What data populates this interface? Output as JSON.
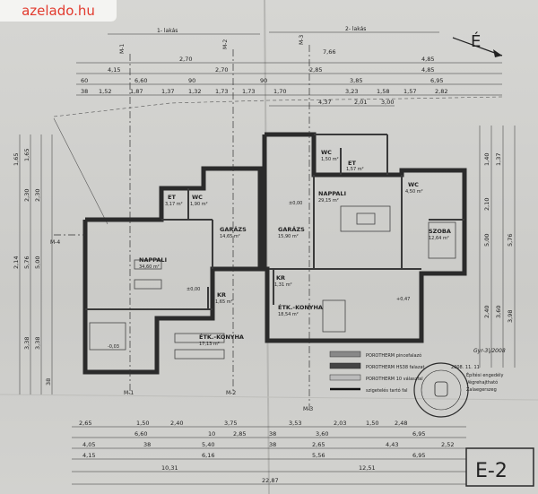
{
  "watermark": {
    "text": "azelado.hu"
  },
  "sheet_id": "E-2",
  "north_mark": "É",
  "apartments": {
    "left": "1- lakás",
    "right": "2- lakás"
  },
  "section_markers": [
    "M-1",
    "M-2",
    "M-3",
    "M-4"
  ],
  "top_dims": {
    "row1": [
      "2,70",
      "4,85",
      "7,66"
    ],
    "row2": [
      "4,15",
      "2,70",
      "2,85",
      "4,85"
    ],
    "row3": [
      "60",
      "6,60",
      "90",
      "90",
      "3,85",
      "6,95"
    ],
    "row4": [
      "38",
      "1,52",
      "1,87",
      "1,37",
      "1,32",
      "1,73",
      "1,73",
      "1,70",
      "3,23",
      "1,58",
      "1,57",
      "2,82"
    ],
    "row5": [
      "4,37",
      "2,01",
      "3,00"
    ]
  },
  "bottom_dims": {
    "row1": [
      "2,65",
      "1,50",
      "2,40",
      "3,75",
      "3,53",
      "2,03",
      "1,50",
      "2,48"
    ],
    "row2": [
      "6,60",
      "10",
      "2,85",
      "38",
      "3,60",
      "6,95"
    ],
    "row3": [
      "4,05",
      "38",
      "5,40",
      "38",
      "2,65",
      "4,43",
      "2,52"
    ],
    "row4": [
      "4,15",
      "6,16",
      "5,56",
      "6,95"
    ],
    "row5": [
      "10,31",
      "12,51"
    ],
    "row6": [
      "22,87"
    ]
  },
  "left_dims": [
    "1,65",
    "1,65",
    "2,30",
    "2,30",
    "2,14",
    "5,76",
    "5,00",
    "3,38",
    "3,38",
    "38"
  ],
  "right_dims": [
    "1,40",
    "1,37",
    "2,10",
    "5,00",
    "5,76",
    "2,40",
    "3,60",
    "3,98"
  ],
  "rooms": [
    {
      "name": "ET",
      "area": "3,17 m²"
    },
    {
      "name": "WC",
      "area": "1,90 m²"
    },
    {
      "name": "GARÁZS",
      "area": "14,65 m²"
    },
    {
      "name": "NAPPALI",
      "area": "34,60 m²"
    },
    {
      "name": "KR",
      "area": "1,65 m²"
    },
    {
      "name": "ÉTK.-KONYHA",
      "area": "17,13 m²"
    },
    {
      "name": "GARÁZS",
      "area": "15,90 m²"
    },
    {
      "name": "WC",
      "area": "1,50 m²"
    },
    {
      "name": "ET",
      "area": "1,57 m²"
    },
    {
      "name": "NAPPALI",
      "area": "29,15 m²"
    },
    {
      "name": "WC",
      "area": "4,50 m²"
    },
    {
      "name": "SZOBA",
      "area": "12,64 m²"
    },
    {
      "name": "KR",
      "area": "1,31 m²"
    },
    {
      "name": "ÉTK.-KONYHA",
      "area": "18,54 m²"
    }
  ],
  "levels": [
    "±0,00",
    "-0,03",
    "+0,47",
    "±0,00"
  ],
  "legend": [
    "POROTHERM pincefalazó",
    "POROTHERM HS38 falazat",
    "POROTHERM 10 válaszfal",
    "szigetelés tartó fal"
  ],
  "stamp": {
    "date": "2008. 11. 11",
    "lines": [
      "Építési engedély",
      "Végrehajtható",
      "Zalaegerszeg"
    ]
  },
  "annotation": "Gyr-3|/2008"
}
